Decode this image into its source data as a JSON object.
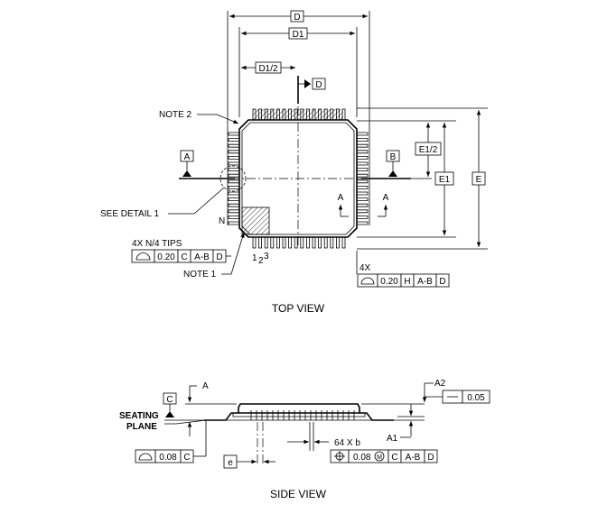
{
  "top_view": {
    "caption": "TOP VIEW",
    "dim_D": "D",
    "dim_D1": "D1",
    "dim_D1_half": "D1/2",
    "datum_D": "D",
    "dim_E": "E",
    "dim_E1": "E1",
    "dim_E1_half": "E1/2",
    "datum_A": "A",
    "datum_B": "B",
    "arrow_A_left": "A",
    "arrow_A_right": "A",
    "note_2": "NOTE 2",
    "see_detail": "SEE DETAIL 1",
    "pin_N": "N",
    "pin_1": "1",
    "pin_2": "2",
    "pin_3": "3",
    "note_1": "NOTE 1",
    "tips_label": "4X N/4 TIPS",
    "fcf_left": [
      "0.20",
      "C",
      "A-B",
      "D"
    ],
    "fourx_label": "4X",
    "fcf_right": [
      "0.20",
      "H",
      "A-B",
      "D"
    ]
  },
  "side_view": {
    "caption": "SIDE VIEW",
    "datum_C": "C",
    "arrow_A": "A",
    "seating_line1": "SEATING",
    "seating_line2": "PLANE",
    "fcf_flat": [
      "0.08",
      "C"
    ],
    "dim_e": "e",
    "label_A2": "A2",
    "fcf_A2": [
      "0.05"
    ],
    "label_A1": "A1",
    "label_64xb": "64 X b",
    "fcf_pos": [
      "0.08",
      "M",
      "C",
      "A-B",
      "D"
    ]
  }
}
